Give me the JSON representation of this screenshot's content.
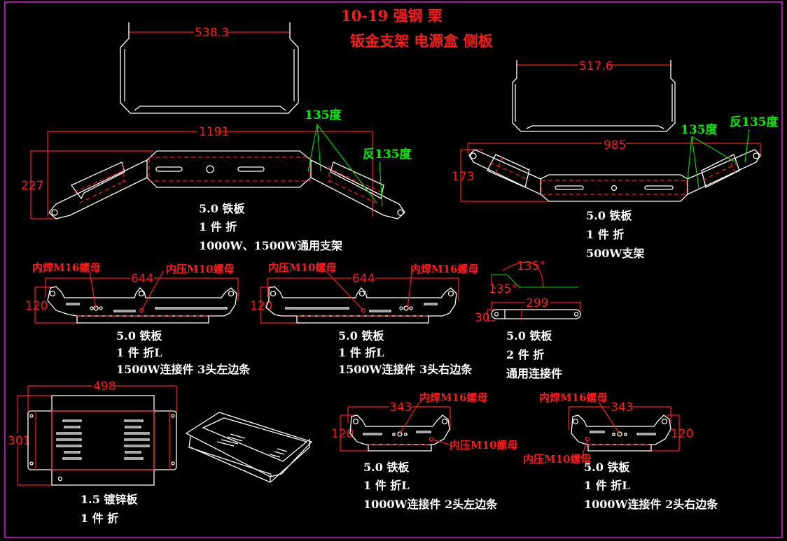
{
  "title": {
    "line1": "10-19 强钢 栗",
    "line2": "钣金支架 电源盒 侧板"
  },
  "colors": {
    "background": "#000000",
    "frame": "#e020e0",
    "outline": "#ffffff",
    "dimension": "#ff1a1a",
    "angle_note": "#00e000"
  },
  "parts": {
    "bracket_1191": {
      "profile_width": "538.3",
      "length": "1191",
      "height": "227",
      "bend_label": "135度",
      "reverse_bend_label": "反135度",
      "spec": [
        "5.0 铁板",
        "1 件 折",
        "1000W、1500W通用支架"
      ]
    },
    "bracket_985": {
      "profile_width": "517.6",
      "length": "985",
      "height": "173",
      "bend_label": "135度",
      "reverse_bend_label": "反135度",
      "spec": [
        "5.0 铁板",
        "1 件 折",
        "500W支架"
      ]
    },
    "connector_3_left": {
      "length": "644",
      "height": "120",
      "note_weld": "内焊M16螺母",
      "note_press": "内压M10螺母",
      "spec": [
        "5.0 铁板",
        "1 件 折L",
        "1500W连接件 3头左边条"
      ]
    },
    "connector_3_right": {
      "length": "644",
      "height": "120",
      "note_weld": "内焊M16螺母",
      "note_press": "内压M10螺母",
      "spec": [
        "5.0 铁板",
        "1 件 折L",
        "1500W连接件 3头右边条"
      ]
    },
    "generic_connector": {
      "angle_top": "135°",
      "angle_left": "135°",
      "length": "299",
      "height": "30",
      "spec": [
        "5.0 铁板",
        "2 件 折",
        "通用连接件"
      ]
    },
    "power_box": {
      "width": "498",
      "height": "301",
      "spec": [
        "1.5 镀锌板",
        "1 件 折"
      ]
    },
    "connector_2_left": {
      "length": "343",
      "height": "120",
      "note_weld": "内焊M16螺母",
      "note_press": "内压M10螺母",
      "spec": [
        "5.0 铁板",
        "1 件 折L",
        "1000W连接件 2头左边条"
      ]
    },
    "connector_2_right": {
      "length": "343",
      "height": "120",
      "note_weld": "内焊M16螺母",
      "note_press": "内压M10螺母",
      "spec": [
        "5.0 铁板",
        "1 件 折L",
        "1000W连接件 2头右边条"
      ]
    }
  }
}
